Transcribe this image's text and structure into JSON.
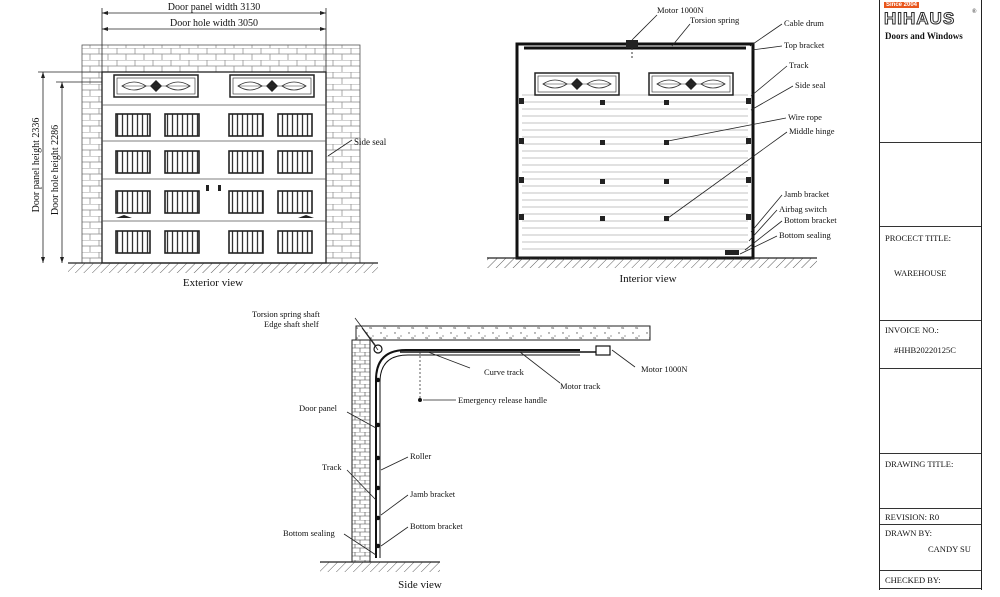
{
  "exterior": {
    "dim_panel_width": "Door panel width 3130",
    "dim_hole_width": "Door hole width 3050",
    "dim_panel_height": "Door panel height 2336",
    "dim_hole_height": "Door hole height 2286",
    "label_side_seal": "Side seal",
    "caption": "Exterior view"
  },
  "interior": {
    "labels": [
      "Motor 1000N",
      "Torsion spring",
      "Cable drum",
      "Top bracket",
      "Track",
      "Side seal",
      "Wire rope",
      "Middle hinge",
      "Jamb bracket",
      "Airbag switch",
      "Bottom bracket",
      "Bottom sealing"
    ],
    "caption": "Interior view"
  },
  "side": {
    "labels": [
      "Torsion spring shaft",
      "Edge shaft shelf",
      "Curve track",
      "Motor track",
      "Motor 1000N",
      "Emergency release handle",
      "Door panel",
      "Roller",
      "Track",
      "Jamb bracket",
      "Bottom bracket",
      "Bottom sealing"
    ],
    "caption": "Side view"
  },
  "titleblock": {
    "since": "Since 2004",
    "brand": "HIHAUS",
    "reg": "®",
    "subtitle": "Doors and Windows",
    "project_title_label": "PROCECT TITLE:",
    "project_title_value": "WAREHOUSE",
    "invoice_label": "INVOICE NO.:",
    "invoice_value": "#HHB20220125C",
    "drawing_title_label": "DRAWING TITLE:",
    "revision": "REVISION: R0",
    "drawn_by_label": "DRAWN BY:",
    "drawn_by_value": "CANDY SU",
    "checked_by_label": "CHECKED BY:"
  }
}
